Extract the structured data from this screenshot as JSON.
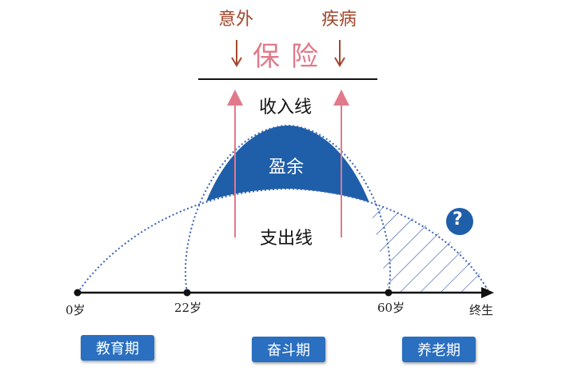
{
  "risks": {
    "left": "意外",
    "right": "疾病"
  },
  "insurance_label": "保险",
  "income_line_label": "收入线",
  "surplus_label": "盈余",
  "expense_line_label": "支出线",
  "question_mark": "?",
  "axis_labels": {
    "birth": "0岁",
    "age22": "22岁",
    "age60": "60岁",
    "end": "终生"
  },
  "stages": {
    "education": "教育期",
    "struggle": "奋斗期",
    "retirement": "养老期"
  },
  "colors": {
    "blue": "#1f5ea8",
    "pink_arrow": "#e07a8a",
    "risk_text": "#a1482f",
    "dotted": "#3a63b8"
  }
}
